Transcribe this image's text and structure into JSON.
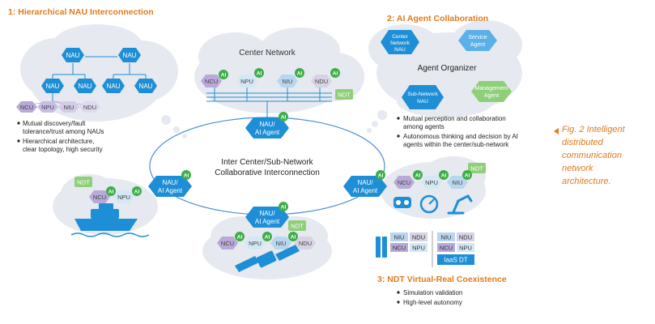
{
  "sections": {
    "hierarchical": {
      "title": "1: Hierarchical NAU Interconnection",
      "bullets": [
        "Mutual discovery/fault",
        "tolerance/trust among NAUs",
        "Hierarchical architecture,",
        "clear topology, high security"
      ]
    },
    "agent": {
      "title": "2: AI Agent Collaboration",
      "bullets": [
        "Mutual perception and collaboration",
        "among agents",
        "Autonomous thinking and decision by AI",
        "agents within the center/sub-network"
      ]
    },
    "ndt": {
      "title": "3: NDT Virtual-Real Coexistence",
      "bullets": [
        "Simulation validation",
        "High-level autonomy"
      ]
    }
  },
  "labels": {
    "nau": "NAU",
    "ncu": "NCU",
    "npu": "NPU",
    "niu": "NIU",
    "ndu": "NDU",
    "ai": "AI",
    "ndt": "NDT",
    "nau_agent_1": "NAU/",
    "nau_agent_2": "AI Agent",
    "center_network": "Center Network",
    "inter_1": "Inter Center/Sub-Network",
    "inter_2": "Collaborative Interconnection",
    "center_network_nau_1": "Center",
    "center_network_nau_2": "Network",
    "center_network_nau_3": "NAU",
    "service_agent_1": "Service",
    "service_agent_2": "Agent",
    "agent_organizer": "Agent Organizer",
    "sub_network_nau_1": "Sub-Network",
    "sub_network_nau_2": "NAU",
    "management_agent_1": "Management",
    "management_agent_2": "Agent",
    "iaas_dt": "IaaS DT"
  },
  "caption": {
    "lines": [
      "Fig. 2 Intelligent",
      "distributed",
      "communication",
      "network",
      "architecture."
    ]
  },
  "colors": {
    "accent": "#e07b1f",
    "hex_blue": "#1e8fd6",
    "ai_green": "#3fae4a",
    "unit_purple": "#b8a9d9",
    "ndt_green": "#8fcf7a",
    "cloud": "#e6e9ef"
  }
}
